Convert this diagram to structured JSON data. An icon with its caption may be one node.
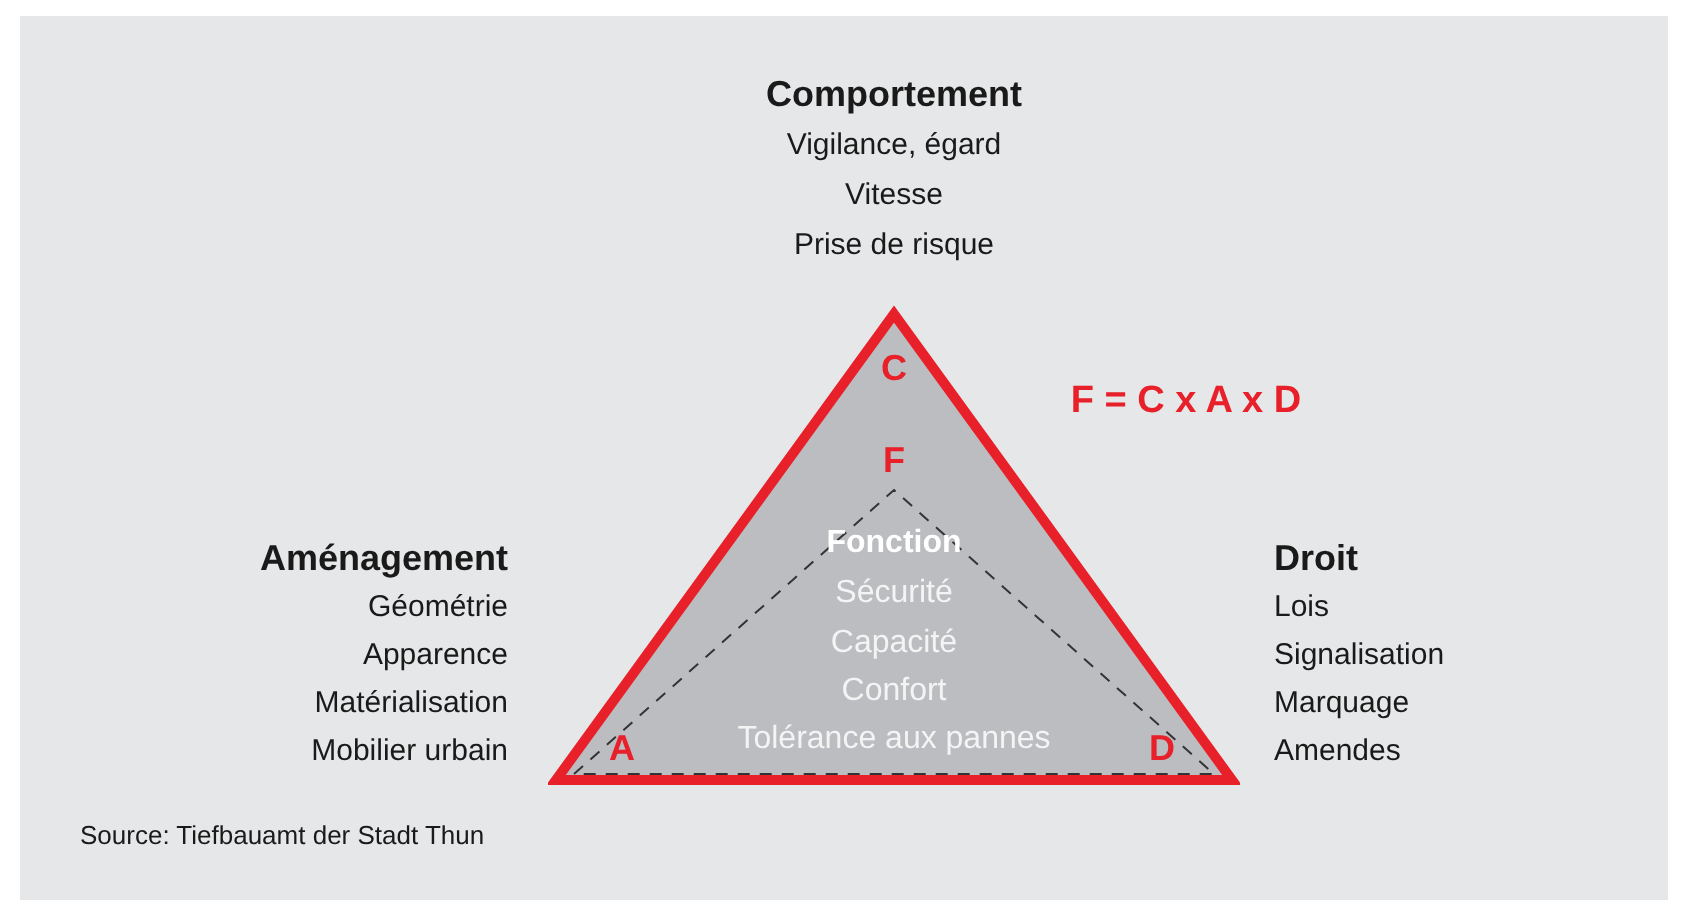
{
  "diagram": {
    "caption": "Source: Tiefbauamt der Stadt Thun",
    "nodes": [
      {
        "text": [
          "Fonction",
          "Sécurité",
          "Capacité",
          "Confort",
          "Tolérance aux pannes"
        ]
      }
    ],
    "labels": [
      "Comportement",
      "Vigilance, égard",
      "Vitesse",
      "Prise de risque",
      "C",
      "F = C x A x D",
      "F",
      "Aménagement",
      "Géométrie",
      "Apparence",
      "Matérialisation",
      "Mobilier urbain",
      "Droit",
      "Lois",
      "Signalisation",
      "Marquage",
      "Amendes",
      "A",
      "D"
    ]
  }
}
